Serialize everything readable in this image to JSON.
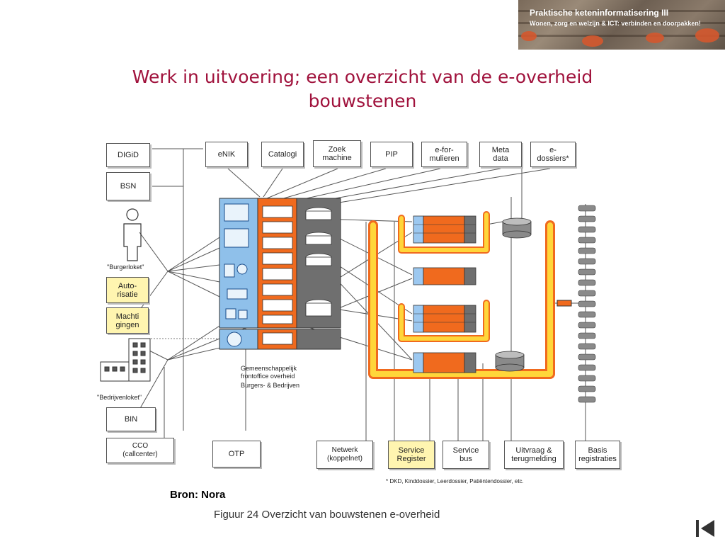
{
  "banner": {
    "title": "Praktische keteninformatisering III",
    "subtitle": "Wonen, zorg en welzijn & ICT: verbinden en doorpakken!"
  },
  "slide_title": "Werk in uitvoering; een overzicht van de e-overheid bouwstenen",
  "diagram": {
    "top_boxes": [
      "eNIK",
      "Catalogi",
      "Zoek\nmachine",
      "PIP",
      "e-for-\nmulieren",
      "Meta\ndata",
      "e-\ndossiers*"
    ],
    "left_boxes": {
      "digid": "DIGiD",
      "bsn": "BSN",
      "autorisatie": "Auto-\nrisatie",
      "machtigingen": "Machti\ngingen",
      "bin": "BIN",
      "cco": "CCO\n(callcenter)"
    },
    "labels": {
      "burgerloket": "\"Burgerloket\"",
      "bedrijvenloket": "\"Bedrijvenloket\"",
      "frontoffice": "Gemeenschappelijk\nfrontoffice overheid",
      "frontoffice_sub": "Burgers- & Bedrijven",
      "footnote": "* DKD, Kinddossier, Leerdossier, Patiëntendossier, etc."
    },
    "bottom_boxes": [
      "OTP",
      "Netwerk\n(koppelnet)",
      "Service\nRegister",
      "Service\nbus",
      "Uitvraag &\nterugmelding",
      "Basis\nregistraties"
    ],
    "colors": {
      "accent_orange": "#f06a1e",
      "pipe_yellow": "#ffd63a",
      "portal_blue": "#8fc0ea",
      "service_blue": "#9cc8f0",
      "title_red": "#a0123c"
    }
  },
  "source": "Bron: Nora",
  "caption": "Figuur 24 Overzicht van bouwstenen e-overheid",
  "nav": {
    "icon": "skip-to-start-icon"
  }
}
